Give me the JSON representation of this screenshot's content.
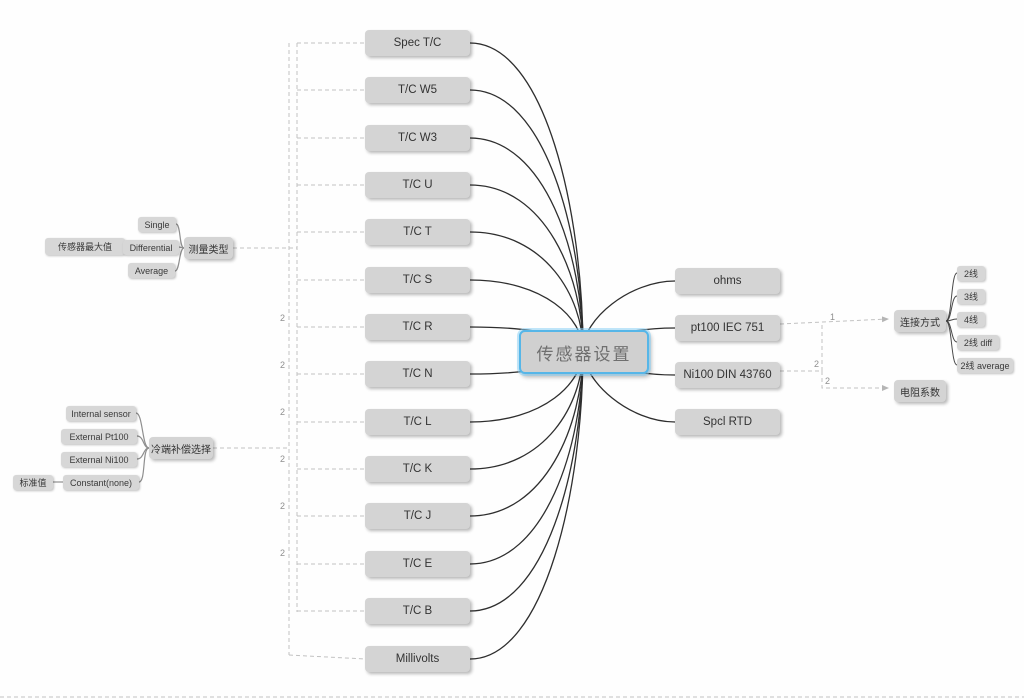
{
  "center": {
    "label": "传感器设置"
  },
  "thermocouple_branch": {
    "nodes": [
      "Spec T/C",
      "T/C W5",
      "T/C W3",
      "T/C U",
      "T/C T",
      "T/C S",
      "T/C R",
      "T/C N",
      "T/C L",
      "T/C K",
      "T/C J",
      "T/C E",
      "T/C B",
      "Millivolts"
    ]
  },
  "rtd_branch": {
    "nodes": [
      "ohms",
      "pt100 IEC 751",
      "Ni100 DIN 43760",
      "Spcl RTD"
    ]
  },
  "measurement_type": {
    "label": "测量类型",
    "sensor_max": "传感器最大值",
    "options": [
      "Single",
      "Differential",
      "Average"
    ]
  },
  "cold_junction": {
    "label": "冷端补偿选择",
    "standard_value": "标准值",
    "options": [
      "Internal sensor",
      "External Pt100",
      "External Ni100",
      "Constant(none)"
    ]
  },
  "connection_type": {
    "label": "连接方式",
    "options": [
      "2线",
      "3线",
      "4线",
      "2线 diff",
      "2线 average"
    ]
  },
  "resistance_coefficient": {
    "label": "电阻系数"
  },
  "relationship_labels": {
    "right": [
      "1",
      "2",
      "2"
    ],
    "left": [
      "2",
      "2",
      "2",
      "2",
      "2",
      "2"
    ]
  },
  "colors": {
    "node_fill": "#d4d4d4",
    "center_border": "#56b6e8",
    "edge": "#2e2e2e",
    "dashed_edge": "#c2c2c2"
  }
}
